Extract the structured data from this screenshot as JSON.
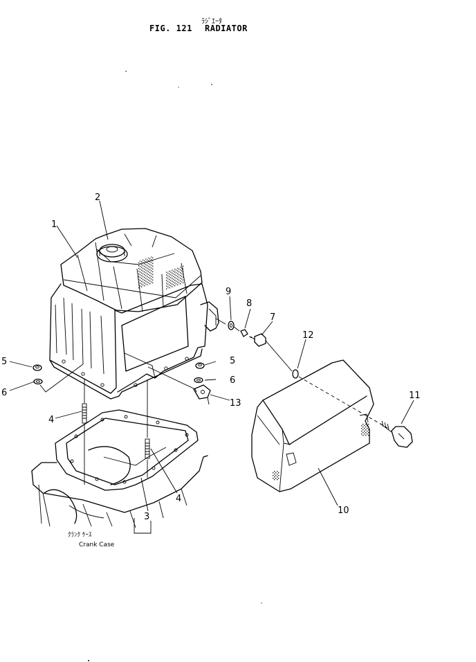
{
  "header": {
    "kana": "ﾗｼﾞｴｰﾀ",
    "fig_number": "FIG. 121",
    "fig_title": "RADIATOR"
  },
  "callouts": [
    "1",
    "2",
    "3",
    "4",
    "4",
    "5",
    "5",
    "6",
    "6",
    "7",
    "8",
    "9",
    "10",
    "11",
    "12",
    "13"
  ],
  "crank_case": {
    "kana": "ｸﾗﾝｸ ｹｰｽ",
    "label": "Crank Case"
  }
}
